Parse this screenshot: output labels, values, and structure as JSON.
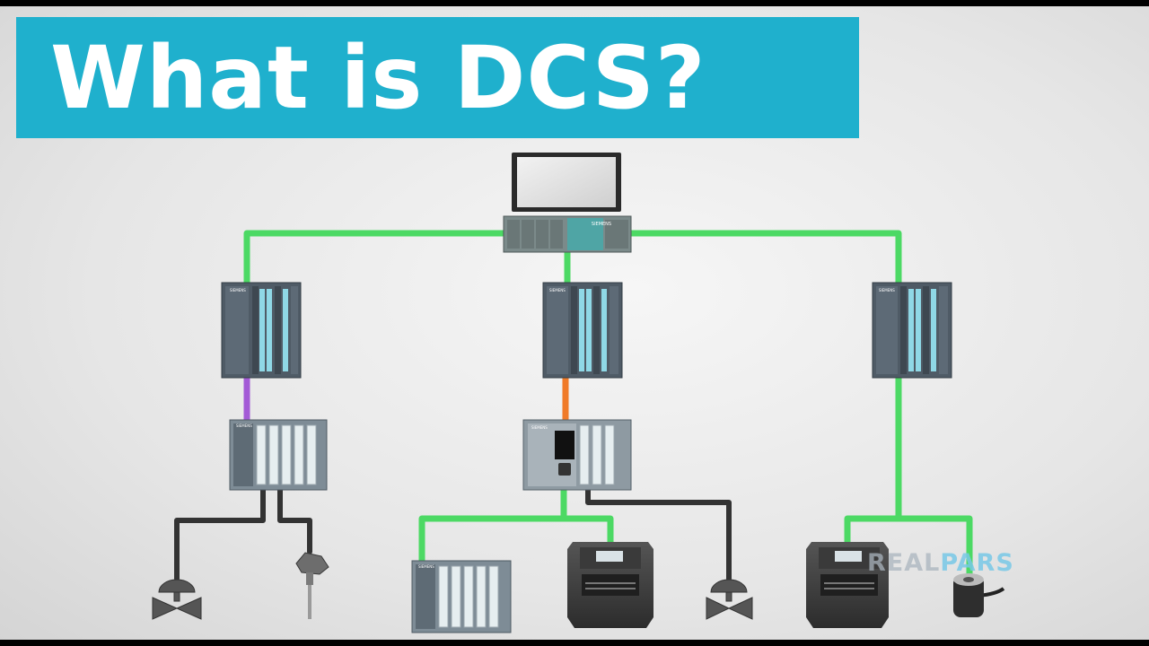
{
  "header": {
    "title": "What is DCS?"
  },
  "devices": {
    "controller_brand": "SIEMENS"
  },
  "watermark": {
    "part1": "REAL",
    "part2": "PARS"
  },
  "colors": {
    "banner": "#1fb0cd",
    "network_green": "#4cd964",
    "profibus_purple": "#a35ad6",
    "profinet_orange": "#f07a28",
    "wire_dark": "#333333",
    "module_body": "#4f5b66",
    "io_slot": "#8fd8e6"
  }
}
